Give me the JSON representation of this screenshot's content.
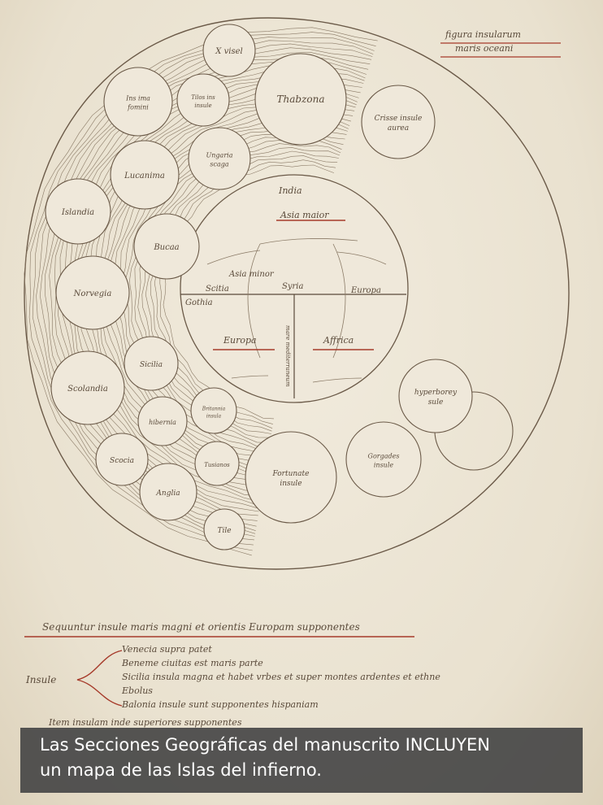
{
  "map": {
    "header_note": [
      "figura insularum",
      "maris oceani"
    ],
    "islands": [
      {
        "id": "x-visel",
        "label": "X visel"
      },
      {
        "id": "thabzona",
        "label": "Thabzona"
      },
      {
        "id": "ins-ima",
        "label": "Ins ima fomini"
      },
      {
        "id": "tilos",
        "label": "Tilos ins insule"
      },
      {
        "id": "crisse",
        "label": "Crisse insule aurea"
      },
      {
        "id": "lucania",
        "label": "Lucanima"
      },
      {
        "id": "ungaria",
        "label": "Ungaria scaga"
      },
      {
        "id": "islandia",
        "label": "Islandia"
      },
      {
        "id": "bucaa",
        "label": "Bucaa"
      },
      {
        "id": "norvegia",
        "label": "Norvegia"
      },
      {
        "id": "scolandia",
        "label": "Scolandia"
      },
      {
        "id": "sicilia",
        "label": "Sicilia"
      },
      {
        "id": "hyperbo",
        "label": "hyperborey sule"
      },
      {
        "id": "hibernia",
        "label": "hibernia"
      },
      {
        "id": "britannia",
        "label": "Britannia insula"
      },
      {
        "id": "scocia",
        "label": "Scocia"
      },
      {
        "id": "tusianos",
        "label": "Tusianos"
      },
      {
        "id": "fortunate",
        "label": "Fortunate insule"
      },
      {
        "id": "gorgones",
        "label": "Gorgades insule"
      },
      {
        "id": "anglia",
        "label": "Anglia"
      },
      {
        "id": "tile",
        "label": "Tile"
      }
    ],
    "center": {
      "india": "India",
      "asia_major": "Asia maior",
      "asia_minor": "Asia minor",
      "scitia": "Scitia",
      "syria": "Syria",
      "europa_top": "Europa",
      "gothia": "Gothia",
      "europa": "Europa",
      "affrica": "Affrica",
      "mediterraneum": "mare mediterraneum"
    }
  },
  "notes": {
    "heading": "Sequuntur insule maris magni et orientis Europam supponentes",
    "brace_label": "Insule",
    "lines": [
      "Venecia supra patet",
      "Beneme ciuitas est maris parte",
      "Sicilia insula magna et habet vrbes et super montes ardentes et ethne",
      "Ebolus",
      "Balonia insule sunt supponentes hispaniam"
    ],
    "last_line": "Item insulam inde superiores supponentes"
  },
  "caption": {
    "line1": "Las Secciones Geográficas del manuscrito INCLUYEN",
    "line2": "un mapa de las Islas del infierno."
  },
  "colors": {
    "ink": "#5a4a3a",
    "rubric": "#a63a2a",
    "parchment": "#ece5d6",
    "caption_bg": "#464646"
  }
}
